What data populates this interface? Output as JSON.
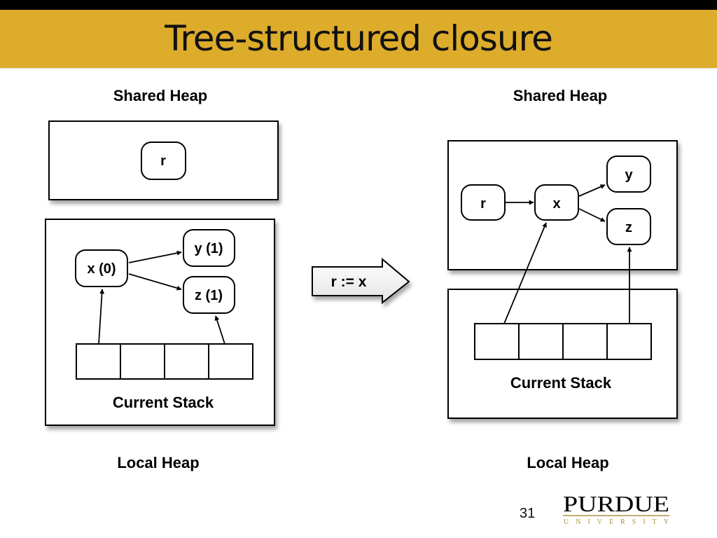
{
  "title": "Tree-structured closure",
  "slide_number": "31",
  "logo": {
    "name": "PURDUE",
    "sub": "UNIVERSITY",
    "gold": "#B08D45"
  },
  "colors": {
    "title_bar": "#DDAC2B",
    "top_bar": "#000000"
  },
  "operation_arrow": {
    "label": "r := x"
  },
  "left": {
    "shared_heap_label": "Shared Heap",
    "local_heap_label": "Local Heap",
    "stack_label": "Current Stack",
    "nodes": {
      "r": "r",
      "x": "x (0)",
      "y": "y (1)",
      "z": "z (1)"
    }
  },
  "right": {
    "shared_heap_label": "Shared Heap",
    "local_heap_label": "Local Heap",
    "stack_label": "Current Stack",
    "nodes": {
      "r": "r",
      "x": "x",
      "y": "y",
      "z": "z"
    }
  }
}
